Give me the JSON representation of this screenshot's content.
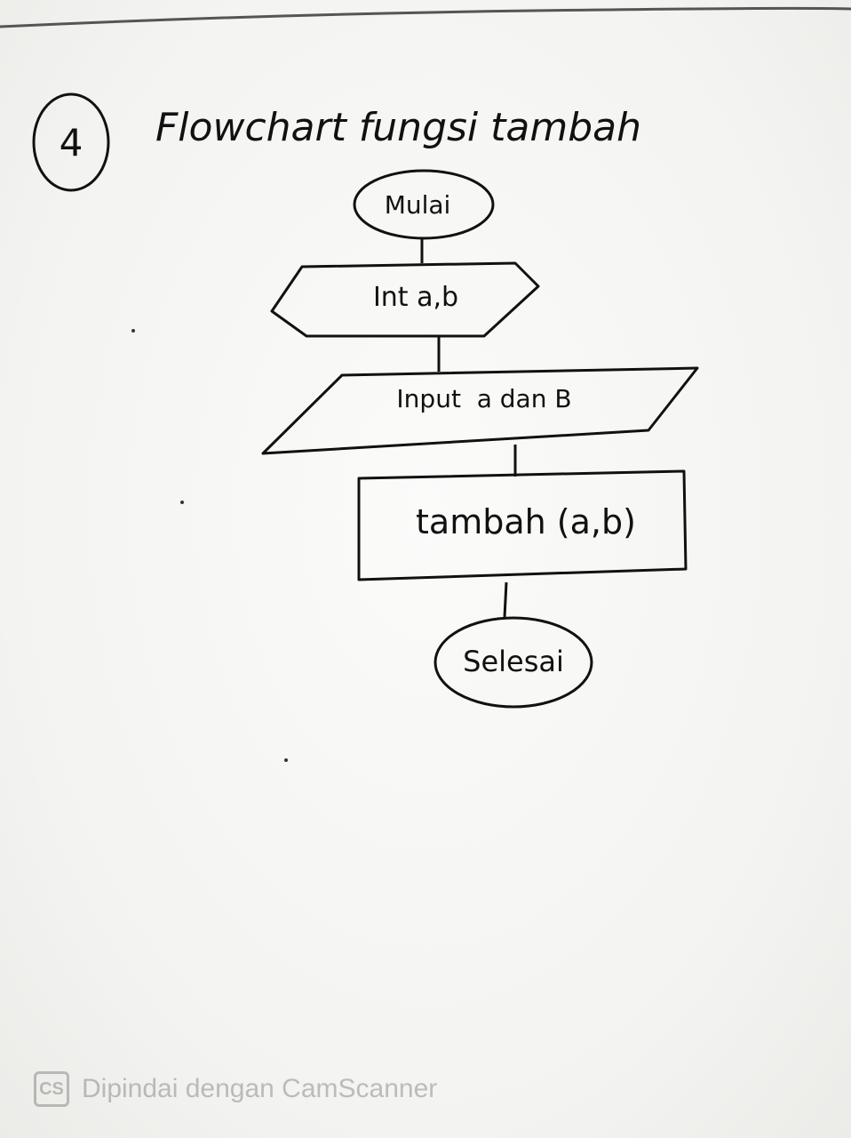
{
  "question_number": "4",
  "title": "Flowchart fungsi tambah",
  "nodes": {
    "start": {
      "shape": "terminator",
      "label": "Mulai"
    },
    "declare": {
      "shape": "preparation",
      "label": "Int a,b"
    },
    "input": {
      "shape": "input-output",
      "label": "Input  a dan B"
    },
    "process": {
      "shape": "process",
      "label": "tambah (a,b)"
    },
    "end": {
      "shape": "terminator",
      "label": "Selesai"
    }
  },
  "watermark": {
    "logo": "CS",
    "text": "Dipindai dengan CamScanner"
  },
  "colors": {
    "ink": "#111111",
    "paper": "#f7f7f5",
    "watermark": "#555555"
  }
}
